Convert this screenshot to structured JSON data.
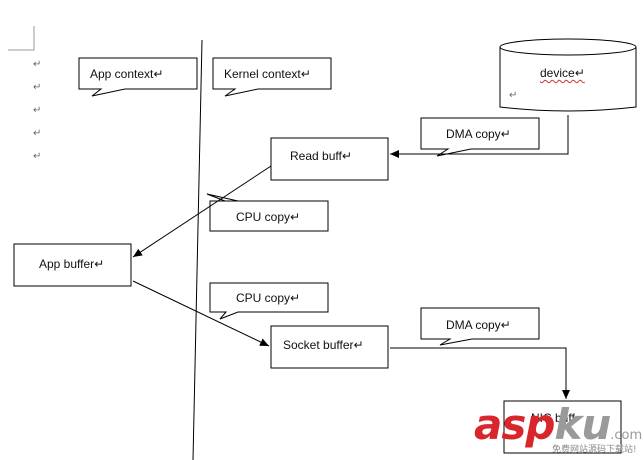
{
  "labels": {
    "app_context": "App context↵",
    "kernel_context": "Kernel context↵",
    "device": "device↵",
    "dma_copy_1": "DMA copy↵",
    "read_buff": "Read buff↵",
    "cpu_copy_1": "CPU copy↵",
    "app_buffer": "App buffer↵",
    "cpu_copy_2": "CPU copy↵",
    "socket_buffer": "Socket buffer↵",
    "dma_copy_2": "DMA copy↵",
    "nic_buff": "NIC buff"
  },
  "paragraph_marks": [
    "↵",
    "↵",
    "↵",
    "↵",
    "↵"
  ],
  "device_inner_mark": "↵",
  "watermark": {
    "main_a": "asp",
    "main_b": "ku",
    "suffix": ".com",
    "sub": "免费网站源码下载站!",
    "colors": {
      "primary": "#d9262c",
      "secondary": "#9a9a9a"
    }
  },
  "colors": {
    "stroke": "#000000",
    "background": "#ffffff"
  }
}
